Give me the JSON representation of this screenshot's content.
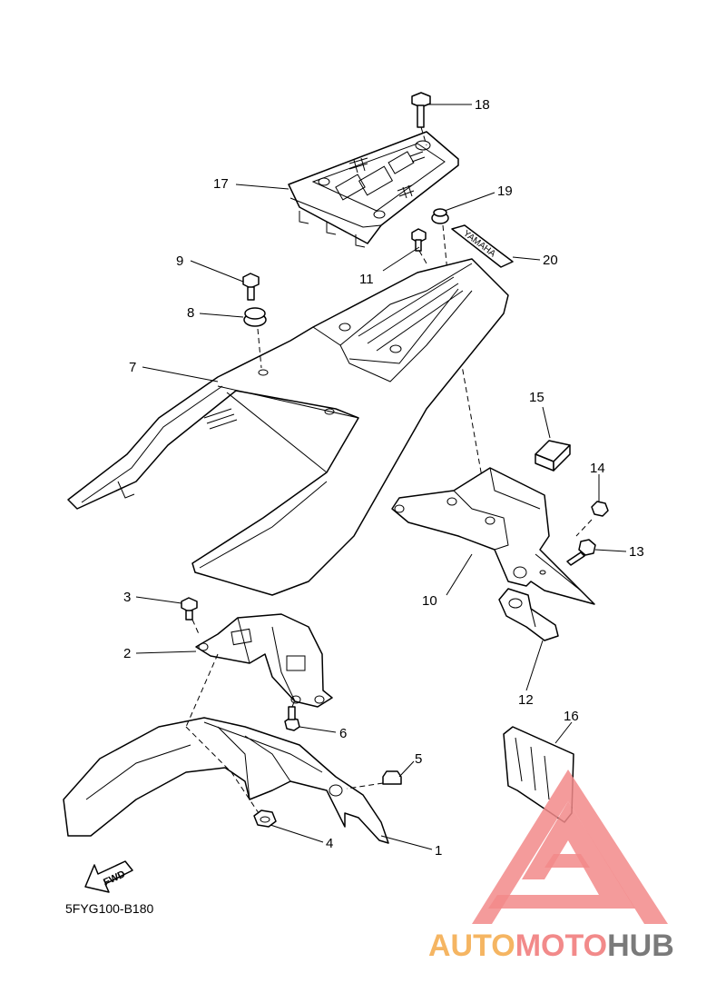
{
  "diagram_code": "5FYG100-B180",
  "fwd_label": "FWD",
  "decal_text": "YAMAHA",
  "part_numbers": [
    "1",
    "2",
    "3",
    "4",
    "5",
    "6",
    "7",
    "8",
    "9",
    "10",
    "11",
    "12",
    "13",
    "14",
    "15",
    "16",
    "17",
    "18",
    "19",
    "20"
  ],
  "watermark": {
    "text_left": "AUTO",
    "text_mid": "MOTO",
    "text_right": "HUB",
    "color_orange": "#f5b562",
    "color_red": "#f28a8a",
    "color_gray": "#7a7a7a"
  }
}
